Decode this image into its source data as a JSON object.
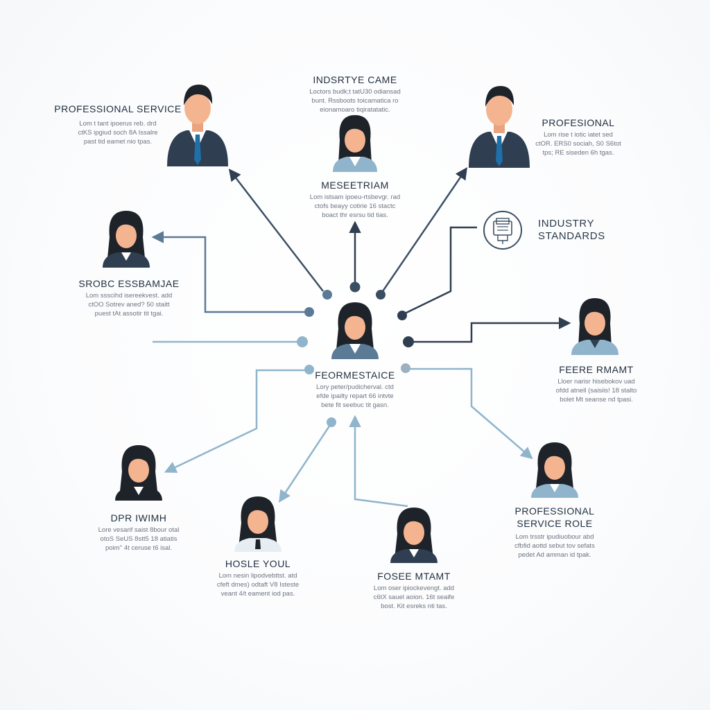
{
  "colors": {
    "dark": "#2f3e50",
    "mid": "#5b7a96",
    "light": "#8fb4cc",
    "accent": "#1f6fa8",
    "skin": "#f4b48f",
    "hair": "#1e232a"
  },
  "center": {
    "title": "FEORMESTAICE",
    "desc": [
      "Lory peter/pudicherval. ctd",
      "efde ipailty repart 66 intvte",
      "bete fit seebuc tit gasn."
    ]
  },
  "nodes": [
    {
      "id": "top-left",
      "title": "PROFESSIONAL SERVICE",
      "desc": [
        "Lom t tant ipoerus reb. drd",
        "ctKS ipgiud soch 8A Issalre",
        "past tid eamet nio tpas."
      ]
    },
    {
      "id": "top-center",
      "title": "INDSRTYE CAME",
      "desc": [
        "Loctors budk;t tatU30 odiansad",
        "bunt. Rssboots toicamatica ro",
        "eionamoaro tiqiratatatic."
      ]
    },
    {
      "id": "top-center-lower",
      "title": "MESEETRIAM",
      "desc": [
        "Lom istsam ipoeu-rtsbevgr. rad",
        "ctofs beayy cotirie 16 stactc",
        "boact thr esrsu tid tias."
      ]
    },
    {
      "id": "top-right",
      "title": "PROFESIONAL",
      "desc": [
        "Lom rise t iotic iatet sed",
        "ctOR. ERS0 sociah, S0 S6tot",
        "tps; RE siseden 6h tgas."
      ]
    },
    {
      "id": "left-mid",
      "title": "SROBC ESSBAMJAE",
      "desc": [
        "Lom ssscihd isereekvest. add",
        "ctOO Sotrev aned? 50 staitt",
        "puest tAt assotir tit tgai."
      ]
    },
    {
      "id": "right-mid",
      "title": "FEERE RMAMT",
      "desc": [
        "Lloer narisr hisebokov uad",
        "ofdd atnell (saisiis! 18 stalto",
        "bolet Mt seanse nd tpasi."
      ]
    },
    {
      "id": "bottom-left",
      "title": "DPR IWIMH",
      "desc": [
        "Lore vesarif saist 8bour otal",
        "otoS SeUS 8stt5 18 atiatis",
        "poim'' 4t ceruse t6 isal."
      ]
    },
    {
      "id": "bottom-mid-left",
      "title": "HOSLE YOUL",
      "desc": [
        "Lom nesin lipodvebttst. atd",
        "cfeft dmes) odtaft V8 Isteste",
        "veant 4/t eament iod pas."
      ]
    },
    {
      "id": "bottom-mid",
      "title": "FOSEE MTAMT",
      "desc": [
        "Lom oser ipiockevengt. add",
        "c6tX sauel aoion. 16t seaife",
        "bost. Kit esreks nti tas."
      ]
    },
    {
      "id": "bottom-right",
      "title": "PROFESSIONAL SERVICE ROLE",
      "desc": [
        "Lom trsstr ipudiuobour abd",
        "cfbfid aottd sebut tov sefats",
        "pedet Ad amman id tpak."
      ]
    }
  ],
  "standards": {
    "title": "INDUSTRY STANDARDS",
    "icon": "document-stack-icon"
  }
}
